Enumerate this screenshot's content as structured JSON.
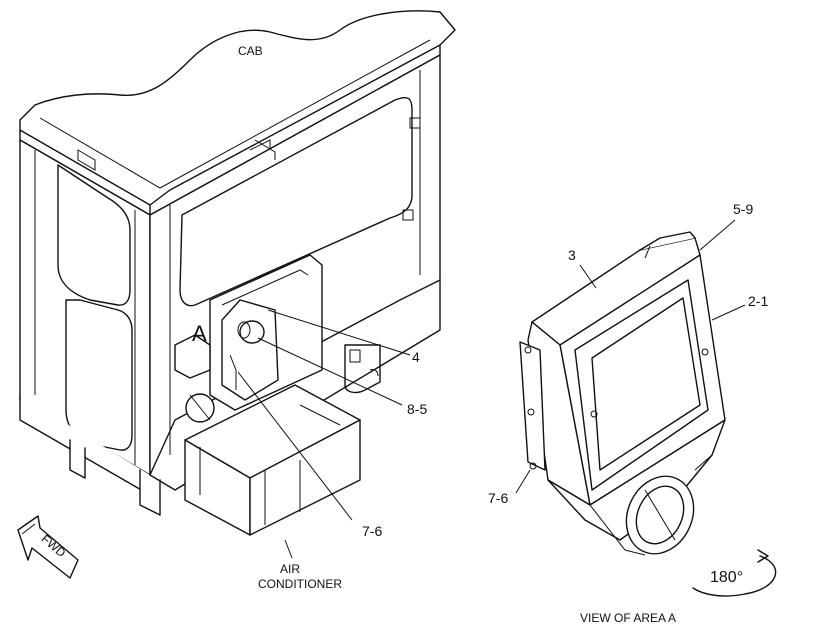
{
  "labels": {
    "cab": "CAB",
    "area_marker": "A",
    "air_conditioner_line1": "AIR",
    "air_conditioner_line2": "CONDITIONER",
    "fwd": "FWD",
    "rotation": "180°",
    "view_caption": "VIEW OF AREA A"
  },
  "callouts": {
    "main": [
      "4",
      "8-5",
      "7-6"
    ],
    "detail": [
      "3",
      "5-9",
      "2-1",
      "7-6"
    ]
  }
}
